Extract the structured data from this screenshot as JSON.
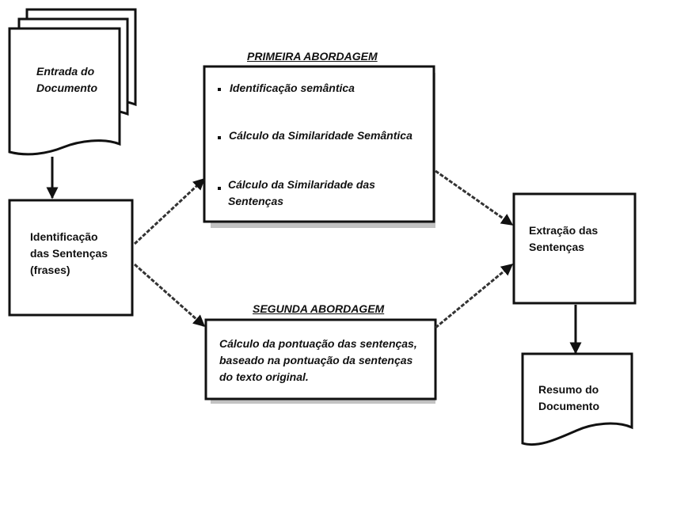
{
  "input": {
    "label_line1": "Entrada do",
    "label_line2": "Documento"
  },
  "identification": {
    "line1": "Identificação",
    "line2": "das Sentenças",
    "line3": "(frases)"
  },
  "first_approach": {
    "title": "PRIMEIRA ABORDAGEM",
    "items": [
      {
        "lines": [
          "Identificação semântica"
        ]
      },
      {
        "lines": [
          "Cálculo da Similaridade Semântica"
        ]
      },
      {
        "lines": [
          "Cálculo da Similaridade das",
          "Sentenças"
        ]
      }
    ]
  },
  "second_approach": {
    "title": "SEGUNDA ABORDAGEM",
    "line1": "Cálculo da pontuação das sentenças,",
    "line2": "baseado na pontuação da sentenças",
    "line3": "do texto original."
  },
  "extraction": {
    "line1": "Extração das",
    "line2": "Sentenças"
  },
  "summary": {
    "line1": "Resumo do",
    "line2": "Documento"
  },
  "colors": {
    "stroke": "#111111",
    "shadow": "#999999",
    "background": "#ffffff"
  }
}
